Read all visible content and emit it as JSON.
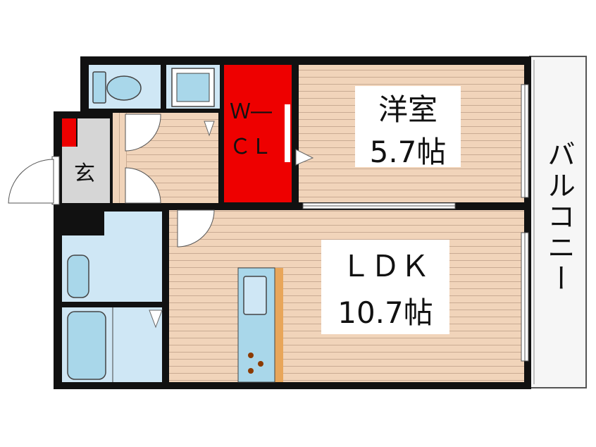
{
  "floorplan": {
    "rooms": {
      "western_room": {
        "name": "洋室",
        "size": "5.7帖"
      },
      "ldk": {
        "name": "ＬＤＫ",
        "size": "10.7帖"
      },
      "walk_in_closet": {
        "line1": "Ｗ―",
        "line2": "ＣＬ"
      },
      "entrance": {
        "name": "玄"
      },
      "balcony": {
        "name": "バルコニー"
      }
    },
    "colors": {
      "wall": "#111111",
      "floor_wood": "#f1d4ba",
      "floor_stripe": "#c9ab93",
      "wet_area": "#cfe7f5",
      "fixture": "#a9d7ea",
      "closet": "#ee0000",
      "balcony": "#f6f6f6"
    }
  }
}
